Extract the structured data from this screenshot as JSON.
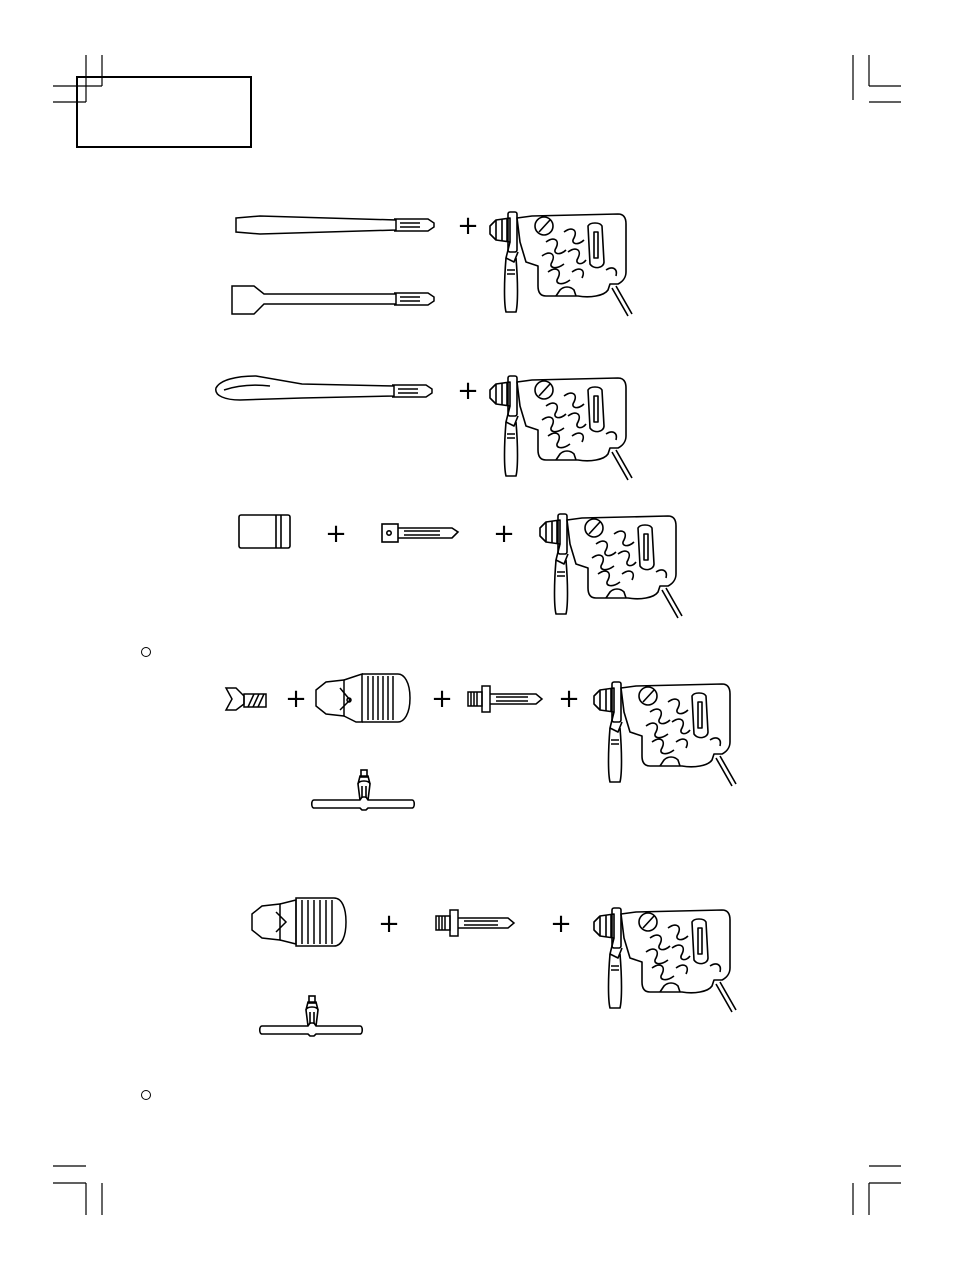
{
  "page": {
    "title_box_text": "",
    "plus_sign": "+",
    "note_bullet_1": "",
    "note_bullet_2": ""
  },
  "illustrations": {
    "row_1": [
      "flat-chisel",
      "wide-scraper-chisel",
      "rotary-hammer"
    ],
    "row_2": [
      "gouge-chisel",
      "rotary-hammer"
    ],
    "row_3": [
      "core-bit-sleeve",
      "taper-shank-adapter",
      "rotary-hammer"
    ],
    "row_4": [
      "chuck-adapter-screw",
      "drill-chuck",
      "chuck-adapter",
      "rotary-hammer",
      "chuck-wrench"
    ],
    "row_5": [
      "keyless-drill-chuck",
      "chuck-adapter",
      "rotary-hammer",
      "chuck-wrench"
    ]
  },
  "colors": {
    "ink": "#000000",
    "paper": "#ffffff"
  }
}
